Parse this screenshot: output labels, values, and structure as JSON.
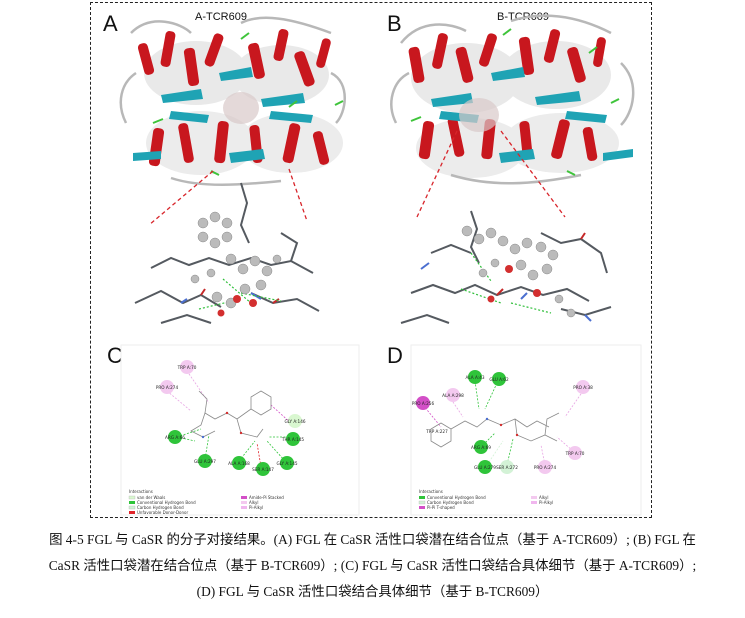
{
  "figure": {
    "panels": [
      {
        "letter": "A",
        "title": "A-TCR609"
      },
      {
        "letter": "B",
        "title": "B-TCR609"
      },
      {
        "letter": "C",
        "title": ""
      },
      {
        "letter": "D",
        "title": ""
      }
    ],
    "panel_c": {
      "residues": [
        "TRP A:70",
        "PRO A:274",
        "GLY A:146",
        "ARG A:66",
        "GLU A:297",
        "ALA A:168",
        "SER A:147",
        "GLY A:145",
        "THR A:145"
      ],
      "legend_title": "Interactions",
      "legend": [
        {
          "label": "van der Waals",
          "color": "#d9f7d0"
        },
        {
          "label": "Conventional Hydrogen Bond",
          "color": "#2fc43a"
        },
        {
          "label": "Carbon Hydrogen Bond",
          "color": "#d3f2d6"
        },
        {
          "label": "Unfavorable Donor-Donor",
          "color": "#e0242a"
        },
        {
          "label": "Amide-Pi Stacked",
          "color": "#d34fc7"
        },
        {
          "label": "Alkyl",
          "color": "#f3c9ef"
        },
        {
          "label": "Pi-Alkyl",
          "color": "#f0b6ee"
        }
      ]
    },
    "panel_d": {
      "residues": [
        "ALA A:43",
        "GLU A:62",
        "ALA A:298",
        "PRO A:256",
        "TRP A:227",
        "PRO A:38",
        "ARG A:69",
        "SER A:272",
        "PRO A:274",
        "GLU A:279",
        "TRP A:70"
      ],
      "legend_title": "Interactions",
      "legend": [
        {
          "label": "Conventional Hydrogen Bond",
          "color": "#2fc43a"
        },
        {
          "label": "Carbon Hydrogen Bond",
          "color": "#d3f2d6"
        },
        {
          "label": "Pi-Pi T-shaped",
          "color": "#d34fc7"
        },
        {
          "label": "Alkyl",
          "color": "#f3c9ef"
        },
        {
          "label": "Pi-Alkyl",
          "color": "#f0b6ee"
        }
      ]
    }
  },
  "caption": {
    "line1": "图 4-5 FGL 与 CaSR 的分子对接结果。(A) FGL 在 CaSR 活性口袋潜在结合位点（基于 A-TCR609）; (B) FGL 在",
    "line2": "CaSR 活性口袋潜在结合位点（基于 B-TCR609）; (C) FGL 与 CaSR 活性口袋结合具体细节（基于 A-TCR609）;",
    "line3": "(D) FGL 与 CaSR 活性口袋结合具体细节（基于 B-TCR609）"
  }
}
